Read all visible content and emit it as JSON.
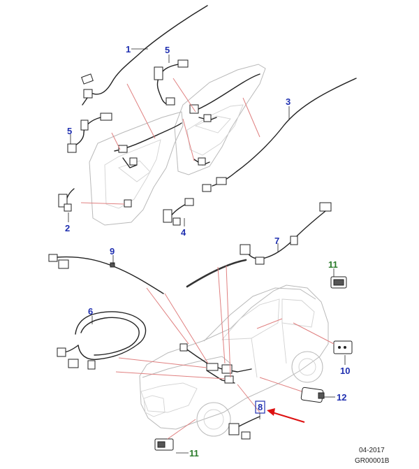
{
  "colors": {
    "callout_blue": "#1f2fb0",
    "callout_green": "#2a7a2a",
    "leader": "#e08080",
    "arrow": "#dd1111",
    "line": "#222222"
  },
  "callouts": [
    {
      "id": "c1",
      "label": "1"
    },
    {
      "id": "c2",
      "label": "2"
    },
    {
      "id": "c3",
      "label": "3"
    },
    {
      "id": "c4",
      "label": "4"
    },
    {
      "id": "c5a",
      "label": "5"
    },
    {
      "id": "c5b",
      "label": "5"
    },
    {
      "id": "c6",
      "label": "6"
    },
    {
      "id": "c7",
      "label": "7"
    },
    {
      "id": "c8",
      "label": "8"
    },
    {
      "id": "c9",
      "label": "9"
    },
    {
      "id": "c10",
      "label": "10"
    },
    {
      "id": "c11a",
      "label": "11"
    },
    {
      "id": "c11b",
      "label": "11"
    },
    {
      "id": "c12",
      "label": "12"
    }
  ],
  "footer": {
    "date": "04-2017",
    "code": "GR00001B"
  }
}
